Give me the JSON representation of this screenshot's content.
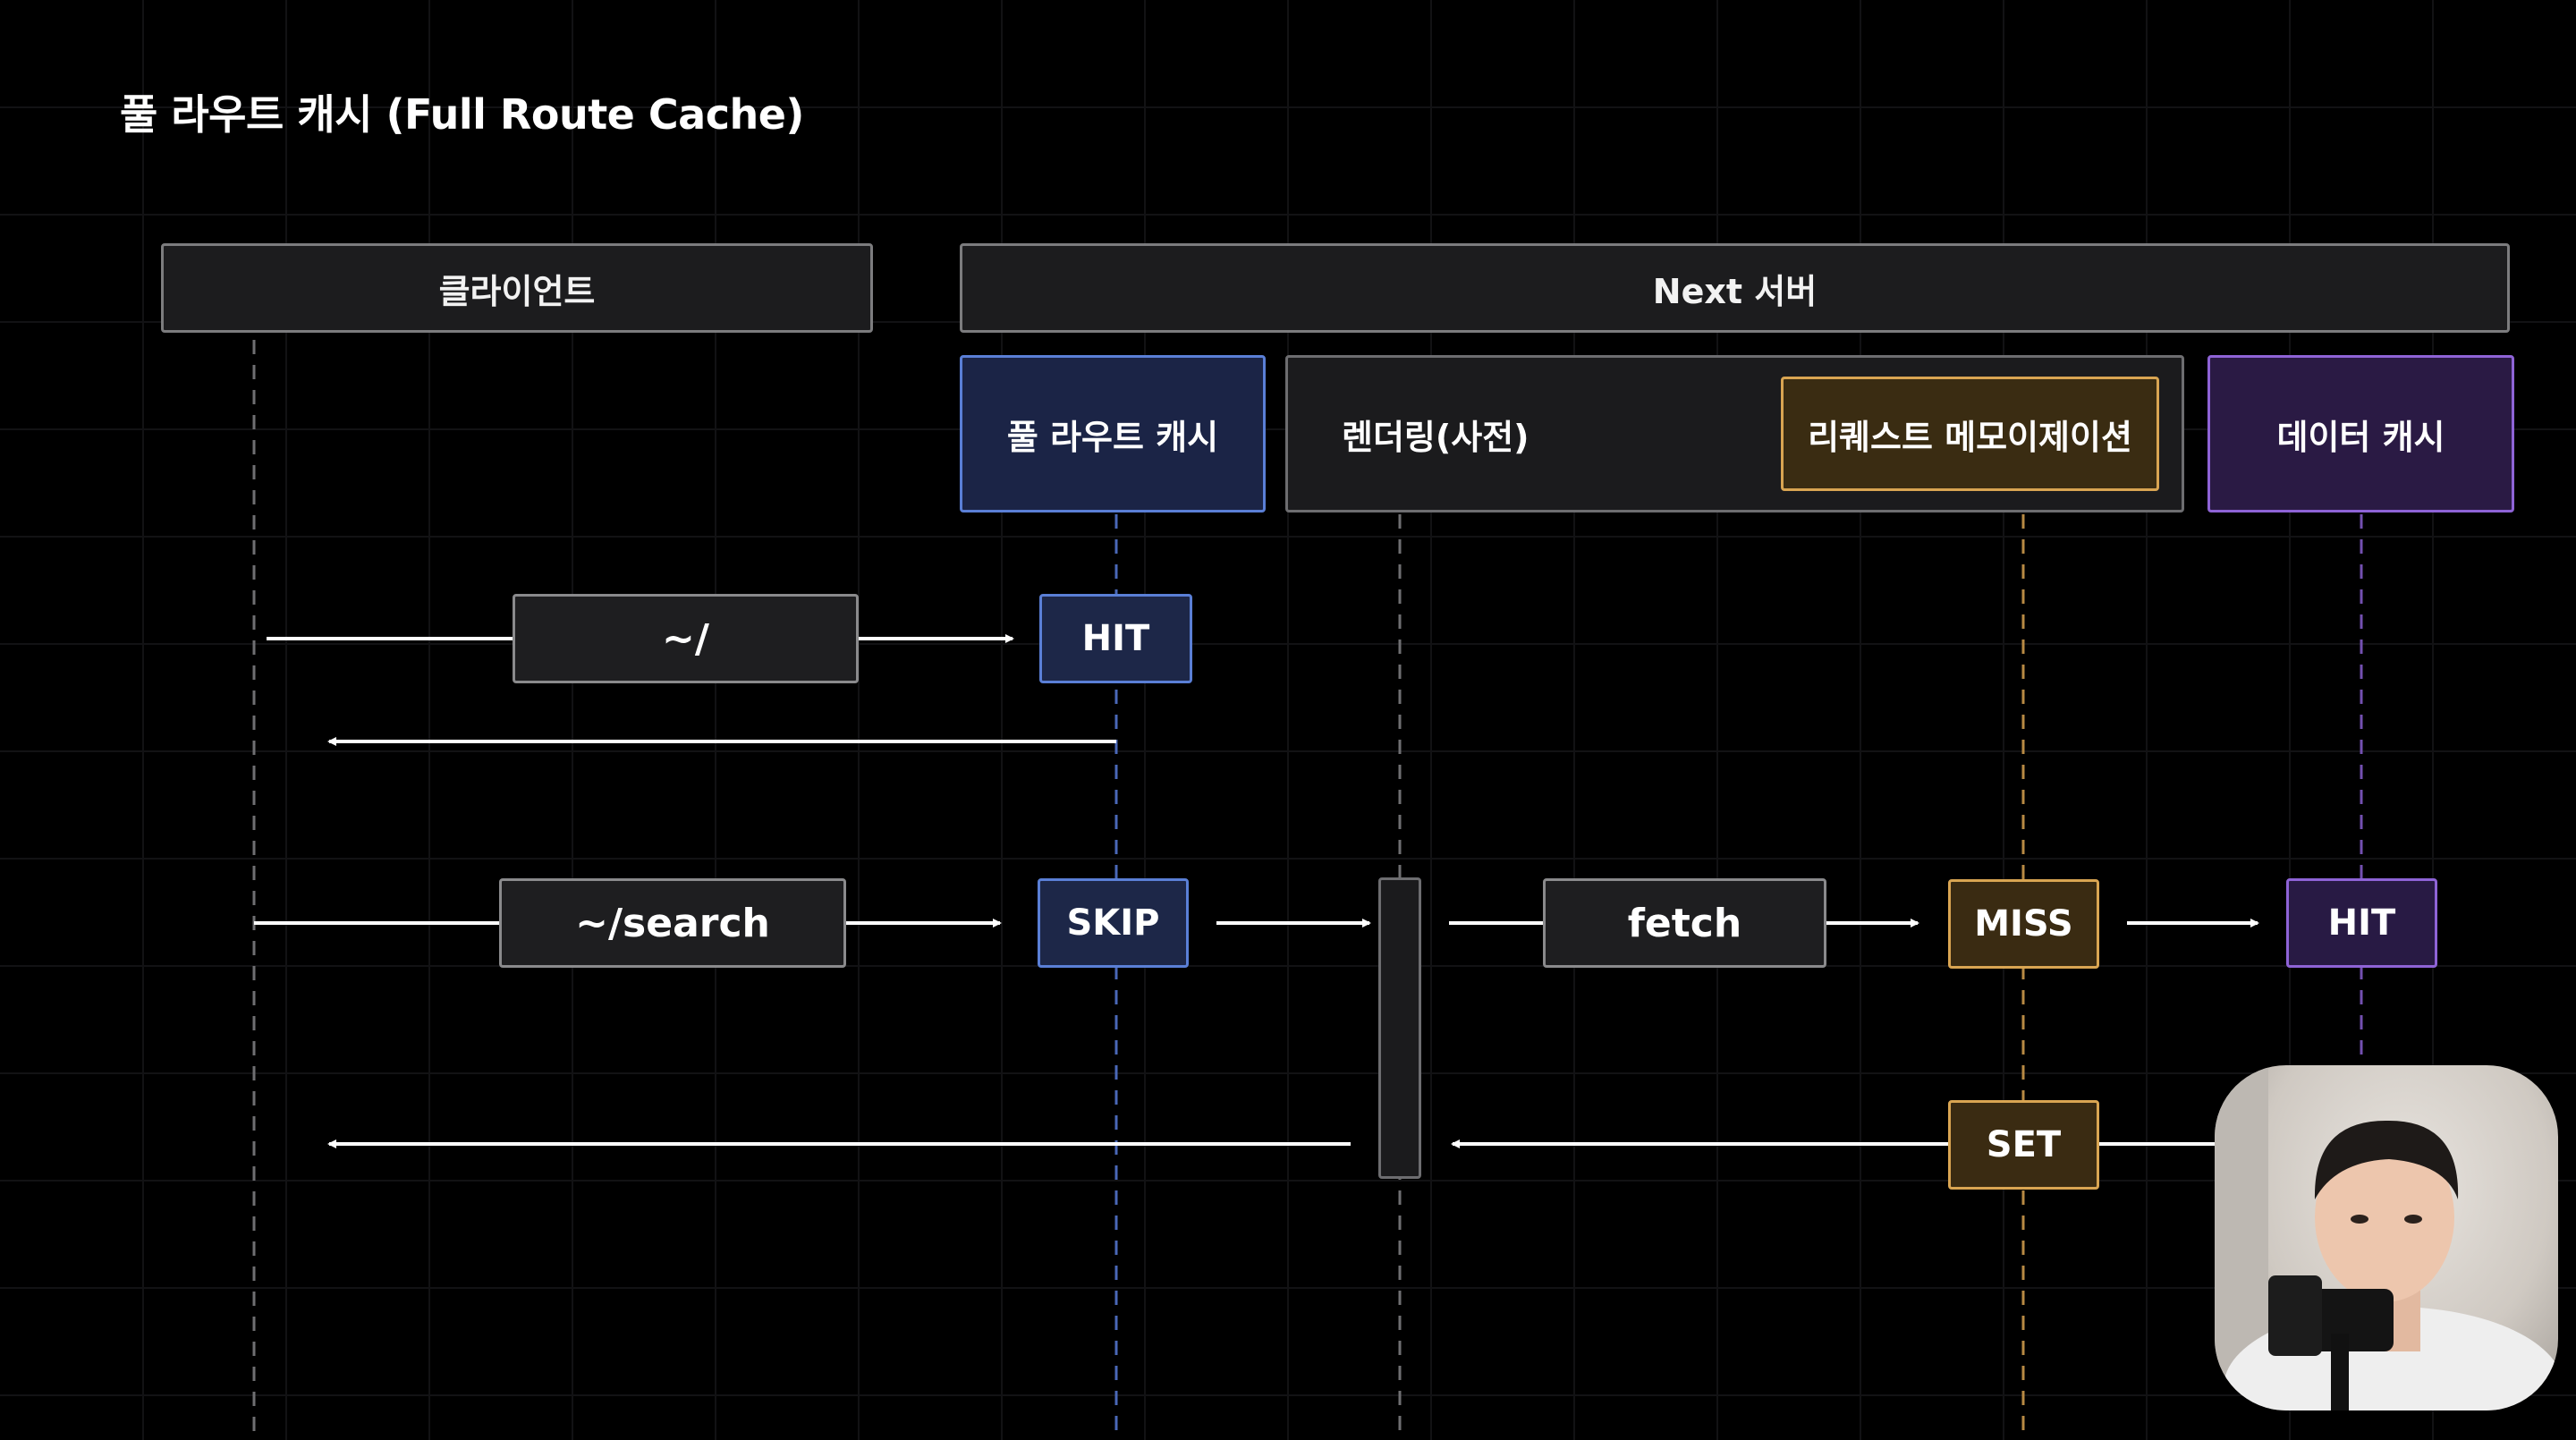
{
  "title": "풀 라우트 캐시 (Full Route Cache)",
  "header": {
    "client": "클라이언트",
    "server": "Next 서버"
  },
  "lanes": {
    "full_route_cache": "풀 라우트 캐시",
    "rendering": "렌더링(사전)",
    "request_memoization": "리퀘스트 메모이제이션",
    "data_cache": "데이터 캐시"
  },
  "flow1": {
    "route": "~/",
    "full_route_cache_result": "HIT"
  },
  "flow2": {
    "route": "~/search",
    "full_route_cache_result": "SKIP",
    "fetch": "fetch",
    "memoization_result": "MISS",
    "data_cache_result": "HIT",
    "set": "SET"
  },
  "colors": {
    "background": "#000000",
    "blue": "#5a7fd6",
    "gold": "#d9a552",
    "purple": "#8e63d6",
    "gray": "#7c7c7e",
    "arrow": "#ffffff"
  }
}
